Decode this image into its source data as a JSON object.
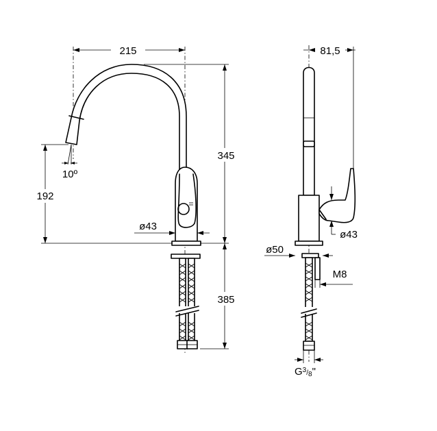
{
  "front_view": {
    "reach": "215",
    "height_above_deck": "345",
    "spout_outlet_height": "192",
    "spout_angle": "10º",
    "body_diameter": "ø43",
    "hose_length": "385"
  },
  "side_view": {
    "depth": "81,5",
    "lever_diameter": "ø43",
    "base_diameter": "ø50",
    "thread": "M8",
    "connection": {
      "prefix": "G",
      "num": "3",
      "sep": "/",
      "den": "8",
      "suffix": "\""
    }
  },
  "colors": {
    "lines": "#000000",
    "background": "#ffffff"
  }
}
